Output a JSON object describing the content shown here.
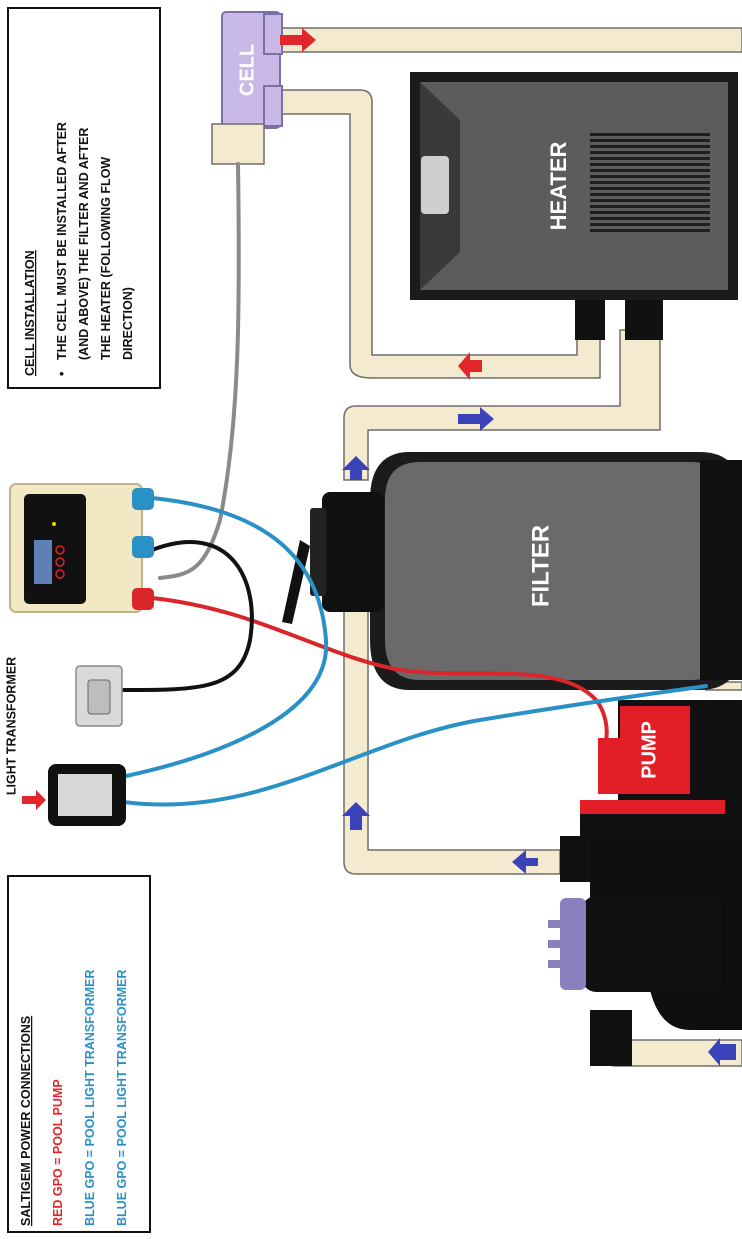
{
  "colors": {
    "pipe": "#f3ead0",
    "pipe_outline": "#6e6e6e",
    "red_wire": "#d9262b",
    "blue_wire": "#2a91c6",
    "black_wire": "#111111",
    "grey_wire": "#8a8a8a",
    "flow_red": "#e3262b",
    "flow_blue": "#3a43b8",
    "heater_body": "#5a5a5a",
    "filter_body": "#686868",
    "cell_body": "#c9b9e6",
    "controller_body": "#f2e9c4",
    "pump_red": "#e21f26"
  },
  "cell_installation": {
    "heading": "CELL INSTALLATION",
    "bullet": "•",
    "lines": [
      "THE CELL MUST BE INSTALLED AFTER",
      "(AND ABOVE) THE FILTER AND AFTER",
      "THE HEATER (FOLLOWING FLOW",
      "DIRECTION)"
    ]
  },
  "power_connections": {
    "heading": "SALTIGEM POWER CONNECTIONS",
    "red_line": "RED GPO = POOL PUMP",
    "blue_line_1": "BLUE GPO = POOL LIGHT TRANSFORMER",
    "blue_line_2": "BLUE GPO = POOL LIGHT TRANSFORMER"
  },
  "labels": {
    "light_transformer": "LIGHT TRANSFORMER",
    "cell": "CELL",
    "heater": "HEATER",
    "filter": "FILTER",
    "pump": "PUMP"
  },
  "icons": {
    "wall_outlet": "power-outlet-icon",
    "controller": "chlorinator-controller-icon",
    "flow_arrow": "flow-arrow-icon"
  }
}
